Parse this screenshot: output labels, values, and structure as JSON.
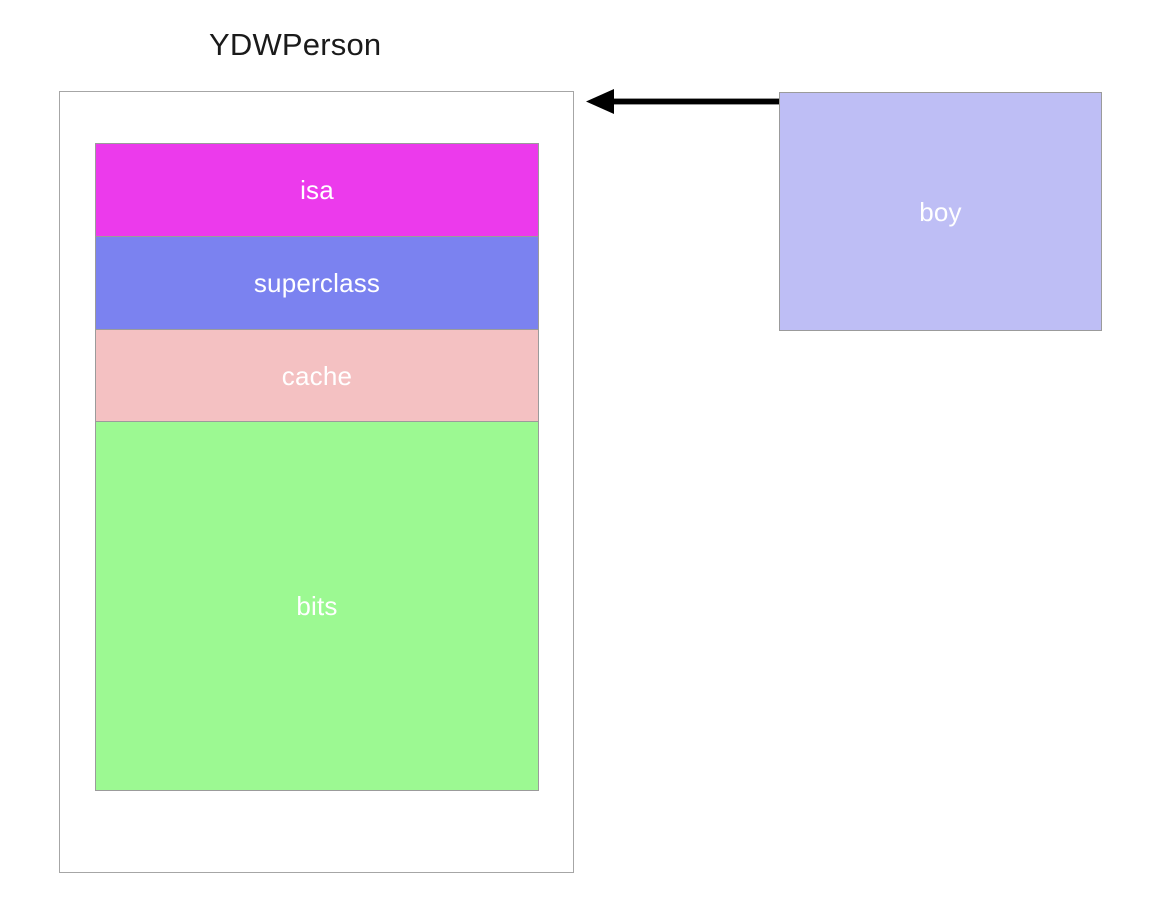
{
  "diagram": {
    "type": "objective-c-class-memory-layout",
    "title": "YDWPerson",
    "class_box": {
      "name": "class-container",
      "members": [
        {
          "label": "isa",
          "color": "#ec3aec",
          "text_color": "#ffffff"
        },
        {
          "label": "superclass",
          "color": "#7b82f0",
          "text_color": "#ffffff"
        },
        {
          "label": "cache",
          "color": "#f4c1c2",
          "text_color": "#ffffff"
        },
        {
          "label": "bits",
          "color": "#9cf992",
          "text_color": "#ffffff"
        }
      ]
    },
    "instance_box": {
      "label": "boy",
      "color": "#bebef5",
      "text_color": "#ffffff"
    },
    "arrow": {
      "direction": "left",
      "color": "#000000",
      "from": "boy",
      "to": "YDWPerson"
    },
    "colors": {
      "background": "#ffffff",
      "border": "#9b9b9b",
      "container_border": "#a6a6a6",
      "title_text": "#1a1a1a"
    }
  }
}
